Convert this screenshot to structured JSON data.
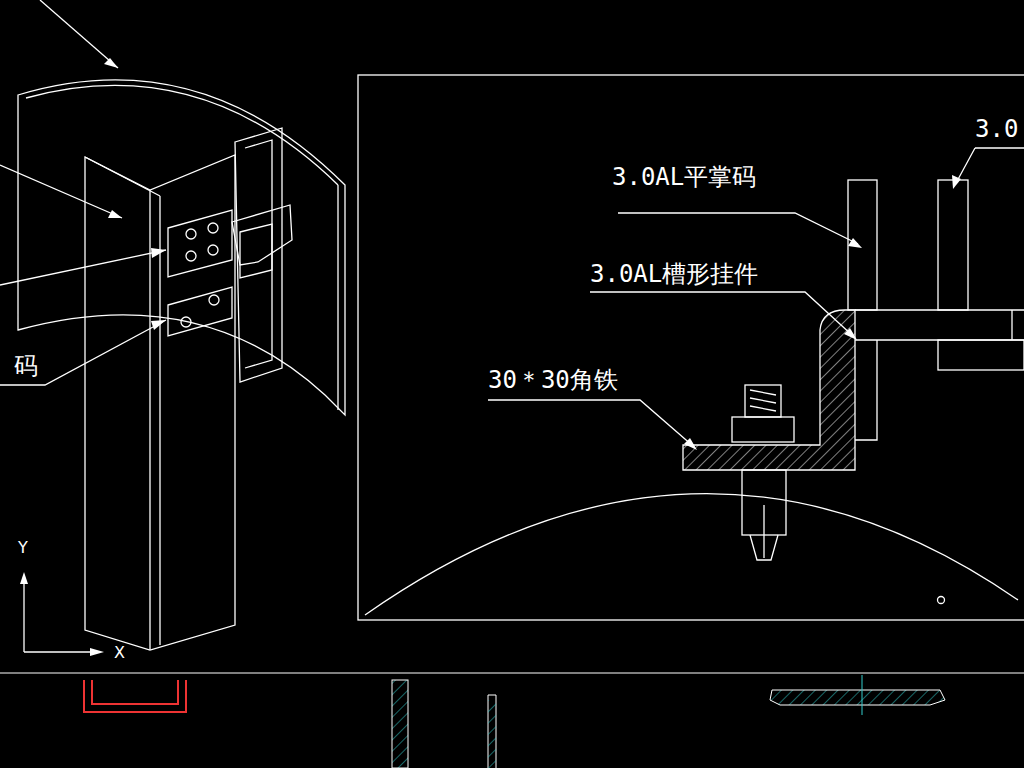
{
  "diagram": {
    "labels": [
      "3.0AL平掌码",
      "3.0AL槽形挂件",
      "30＊30角铁",
      "3.0",
      "码",
      "Y",
      "X"
    ]
  }
}
